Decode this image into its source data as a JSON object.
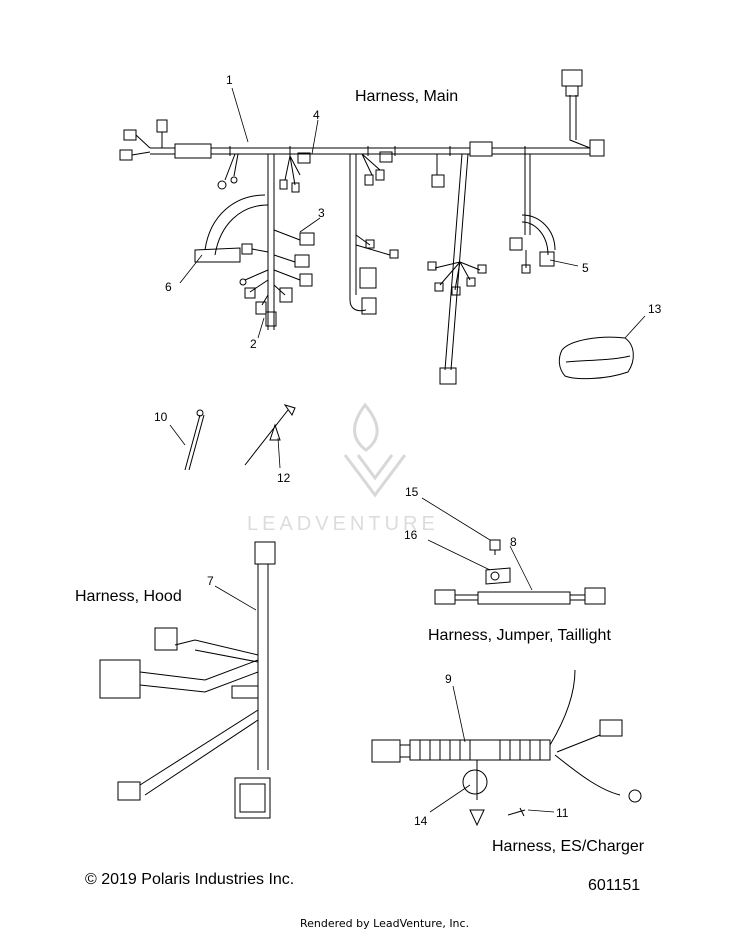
{
  "titles": {
    "main": "Harness, Main",
    "hood": "Harness, Hood",
    "jumper": "Harness, Jumper, Taillight",
    "es": "Harness, ES/Charger"
  },
  "callouts": [
    "1",
    "2",
    "3",
    "4",
    "5",
    "6",
    "7",
    "8",
    "9",
    "10",
    "11",
    "12",
    "13",
    "14",
    "15",
    "16"
  ],
  "watermark": "LEADVENTURE",
  "copyright": "© 2019 Polaris Industries Inc.",
  "diagram_number": "601151",
  "rendered_by": "Rendered by LeadVenture, Inc."
}
